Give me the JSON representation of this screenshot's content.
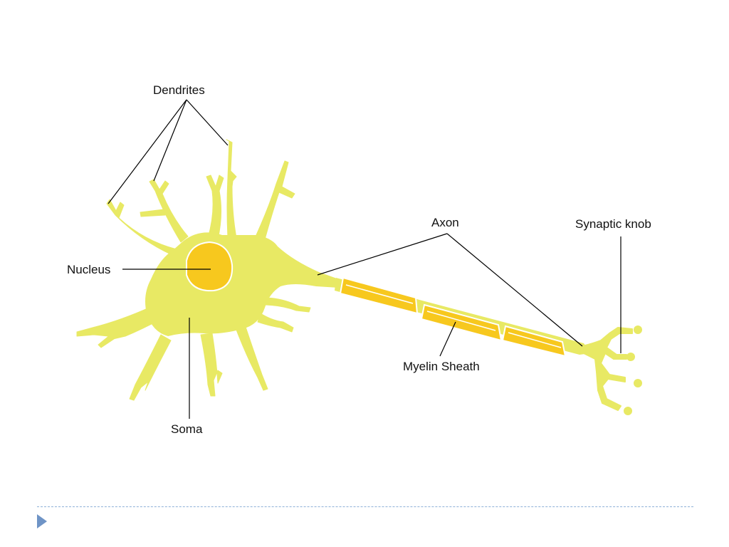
{
  "labels": {
    "dendrites": "Dendrites",
    "nucleus": "Nucleus",
    "soma": "Soma",
    "axon": "Axon",
    "myelin": "Myelin Sheath",
    "synaptic": "Synaptic knob"
  },
  "colors": {
    "cell_body": "#e8e964",
    "myelin": "#f7c81e",
    "nucleus": "#f7c81e",
    "footer_accent": "#6f94c6"
  },
  "icons": {
    "footer": "play-triangle-icon"
  }
}
